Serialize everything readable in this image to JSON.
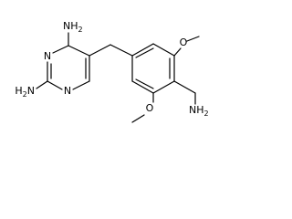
{
  "molecule": {
    "atoms": {
      "amino_top": "NH",
      "amino_top_sub": "2",
      "ring_n_upper": "N",
      "ring_n_lower": "N",
      "amino_left": "H",
      "amino_left_sub": "2",
      "amino_left_n": "N",
      "methoxy_upper_o": "O",
      "methoxy_lower_o": "O",
      "aminomethyl_n": "NH",
      "aminomethyl_sub": "2"
    }
  }
}
